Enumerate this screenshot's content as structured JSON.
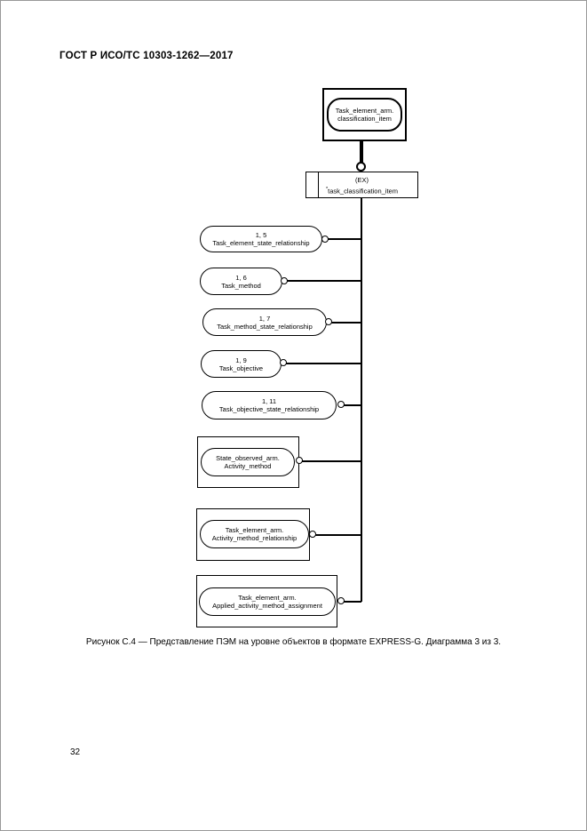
{
  "page": {
    "header": "ГОСТ Р ИСО/ТС 10303-1262—2017",
    "caption": "Рисунок С.4 — Представление ПЭМ на уровне объектов в формате EXPRESS-G. Диаграмма 3 из 3.",
    "page_number": "32"
  },
  "diagram": {
    "top_entity": {
      "line1": "Task_element_arm.",
      "line2": "classification_item"
    },
    "ex_box": {
      "label": "(EX)",
      "sup": "*",
      "ref": "task_classification_item"
    },
    "bubbles": [
      {
        "ref": "1, 5",
        "name": "Task_element_state_relationship"
      },
      {
        "ref": "1, 6",
        "name": "Task_method"
      },
      {
        "ref": "1, 7",
        "name": "Task_method_state_relationship"
      },
      {
        "ref": "1, 9",
        "name": "Task_objective"
      },
      {
        "ref": "1, 11",
        "name": "Task_objective_state_relationship"
      }
    ],
    "boxed_entities": [
      {
        "line1": "State_observed_arm.",
        "line2": "Activity_method"
      },
      {
        "line1": "Task_element_arm.",
        "line2": "Activity_method_relationship"
      },
      {
        "line1": "Task_element_arm.",
        "line2": "Applied_activity_method_assignment"
      }
    ]
  }
}
